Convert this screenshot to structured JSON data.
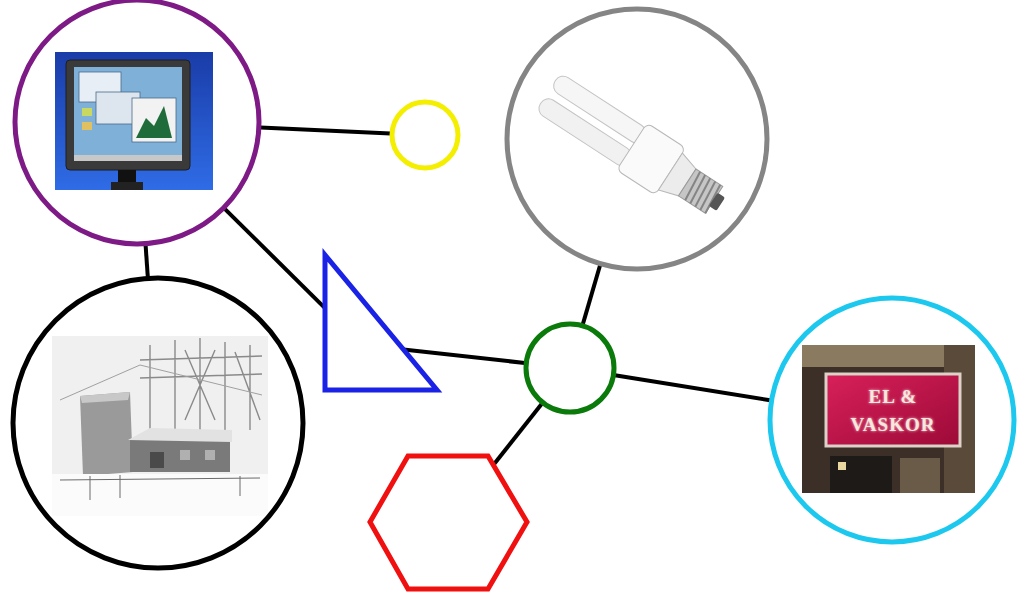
{
  "diagram": {
    "nodes": [
      {
        "text": []
      },
      {
        "text": []
      },
      {
        "text": []
      },
      {
        "text": []
      },
      {
        "text": []
      },
      {
        "text": [
          "EL & VASKOR"
        ]
      },
      {
        "text": []
      },
      {
        "text": []
      }
    ],
    "edges": [
      {
        "from": 0,
        "to": 1,
        "arrow": "none"
      },
      {
        "from": 0,
        "to": 6,
        "arrow": "none"
      },
      {
        "from": 0,
        "to": 3,
        "arrow": "none"
      },
      {
        "from": 3,
        "to": 4,
        "arrow": "none"
      },
      {
        "from": 4,
        "to": 2,
        "arrow": "none"
      },
      {
        "from": 4,
        "to": 5,
        "arrow": "none"
      },
      {
        "from": 4,
        "to": 7,
        "arrow": "none"
      }
    ]
  }
}
